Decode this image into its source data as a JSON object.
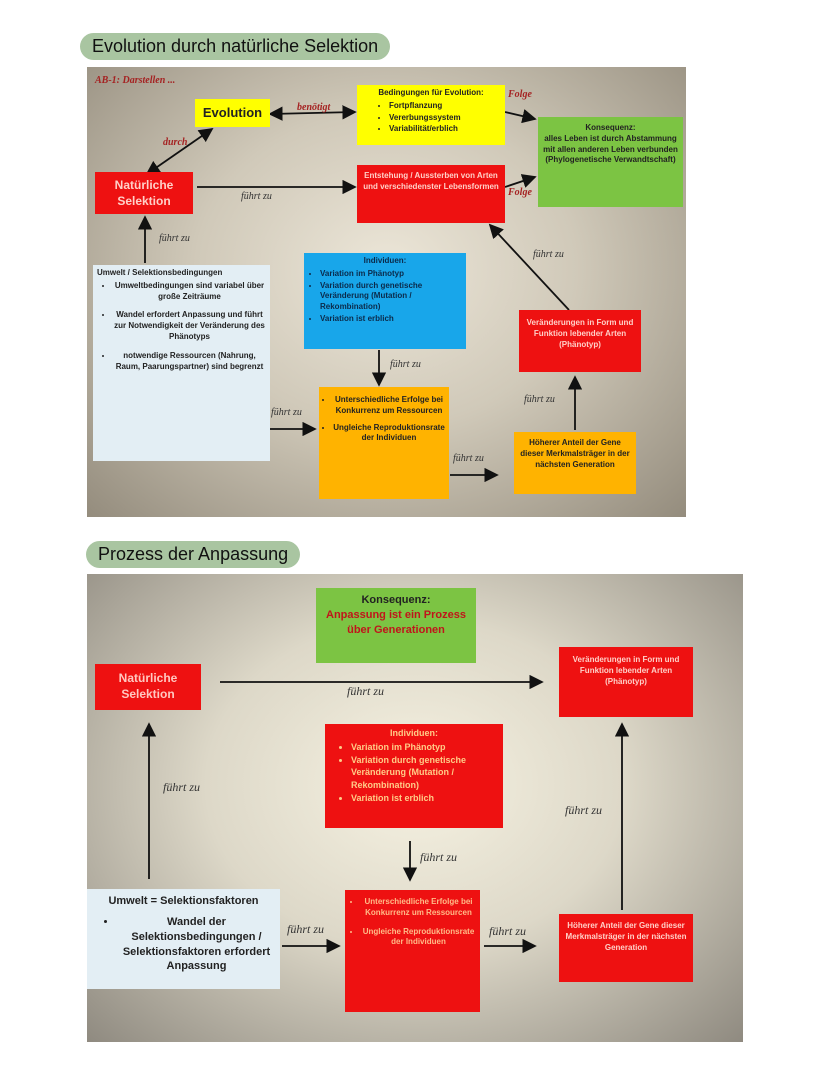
{
  "section1": {
    "title": "Evolution durch natürliche Selektion",
    "corner_label": "AB-1: Darstellen ...",
    "evolution": "Evolution",
    "selektion": "Natürliche Selektion",
    "bedingungen": {
      "heading": "Bedingungen für Evolution:",
      "items": [
        "Fortpflanzung",
        "Vererbungssystem",
        "Variabilität/erblich"
      ]
    },
    "konsequenz": {
      "heading": "Konsequenz:",
      "text": "alles Leben ist durch Abstammung mit allen anderen Leben verbunden (Phylogenetische Verwandtschaft)"
    },
    "entstehung": "Entstehung / Aussterben von Arten und verschiedenster Lebensformen",
    "umwelt": {
      "heading": "Umwelt / Selektionsbedingungen",
      "items": [
        "Umweltbedingungen sind variabel über große Zeiträume",
        "Wandel erfordert Anpassung und führt zur Notwendigkeit der Veränderung des Phänotyps",
        "notwendige Ressourcen (Nahrung, Raum, Paarungspartner) sind begrenzt"
      ]
    },
    "individuen": {
      "heading": "Individuen:",
      "items": [
        "Variation im Phänotyp",
        "Variation durch genetische Veränderung (Mutation / Rekombination)",
        "Variation ist erblich"
      ]
    },
    "erfolge": {
      "items": [
        "Unterschiedliche Erfolge bei Konkurrenz um Ressourcen",
        "Ungleiche Reproduktionsrate der Individuen"
      ]
    },
    "veraenderungen": "Veränderungen in Form und Funktion lebender Arten (Phänotyp)",
    "anteil": "Höherer Anteil der Gene dieser Merkmalsträger in der nächsten Generation",
    "labels": {
      "benoetigt": "benötigt",
      "durch": "durch",
      "folge1": "Folge",
      "folge2": "Folge",
      "fuehrt_zu": "führt zu"
    }
  },
  "section2": {
    "title": "Prozess der Anpassung",
    "konsequenz": {
      "heading": "Konsequenz:",
      "text": "Anpassung ist ein Prozess über Generationen"
    },
    "selektion": "Natürliche Selektion",
    "veraenderungen": "Veränderungen in Form und Funktion lebender Arten (Phänotyp)",
    "individuen": {
      "heading": "Individuen:",
      "items": [
        "Variation im Phänotyp",
        "Variation durch genetische Veränderung (Mutation / Rekombination)",
        "Variation ist erblich"
      ]
    },
    "umwelt": {
      "heading": "Umwelt = Selektionsfaktoren",
      "items": [
        "Wandel der Selektionsbedingungen / Selektionsfaktoren erfordert Anpassung"
      ]
    },
    "erfolge": {
      "items": [
        "Unterschiedliche Erfolge bei Konkurrenz um Ressourcen",
        "Ungleiche Reproduktionsrate der Individuen"
      ]
    },
    "anteil": "Höherer Anteil der Gene dieser Merkmalsträger in der nächsten Generation",
    "labels": {
      "fuehrt_zu": "führt zu"
    }
  },
  "colors": {
    "red": "#ee1111",
    "yellow": "#ffff00",
    "green": "#7cc443",
    "blue": "#18a6ea",
    "orange": "#ffb300",
    "pill": "#a9c5a1"
  }
}
